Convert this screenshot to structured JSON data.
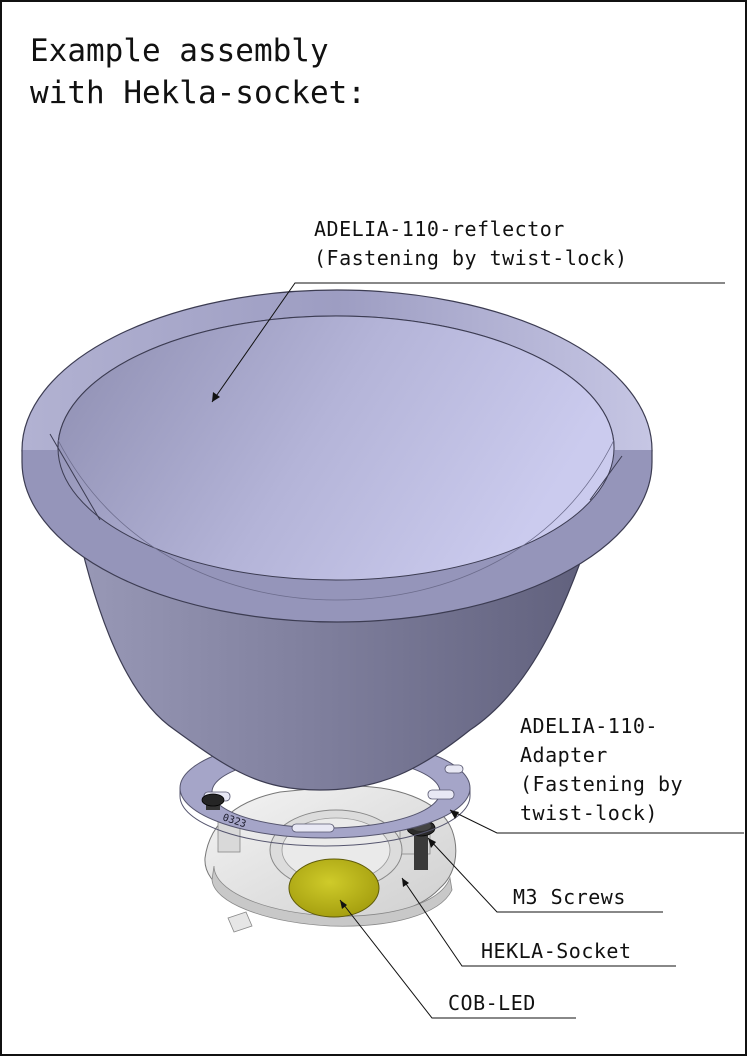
{
  "title": {
    "line1": "Example assembly",
    "line2": "with Hekla-socket:"
  },
  "labels": {
    "reflector": {
      "line1": "ADELIA-110-reflector",
      "line2": "(Fastening by twist-lock)"
    },
    "adapter": {
      "line1": "ADELIA-110-",
      "line2": "Adapter",
      "line3": "(Fastening by",
      "line4": "twist-lock)"
    },
    "screws": "M3 Screws",
    "socket": "HEKLA-Socket",
    "led": "COB-LED"
  },
  "adapter_engraving": "0323",
  "colors": {
    "reflector_body": "#8a8aa8",
    "reflector_inner": "#b8b8dc",
    "adapter_ring": "#a5a5c8",
    "socket": "#e4e4e4",
    "led": "#b9b418",
    "screw": "#2a2a2a"
  }
}
